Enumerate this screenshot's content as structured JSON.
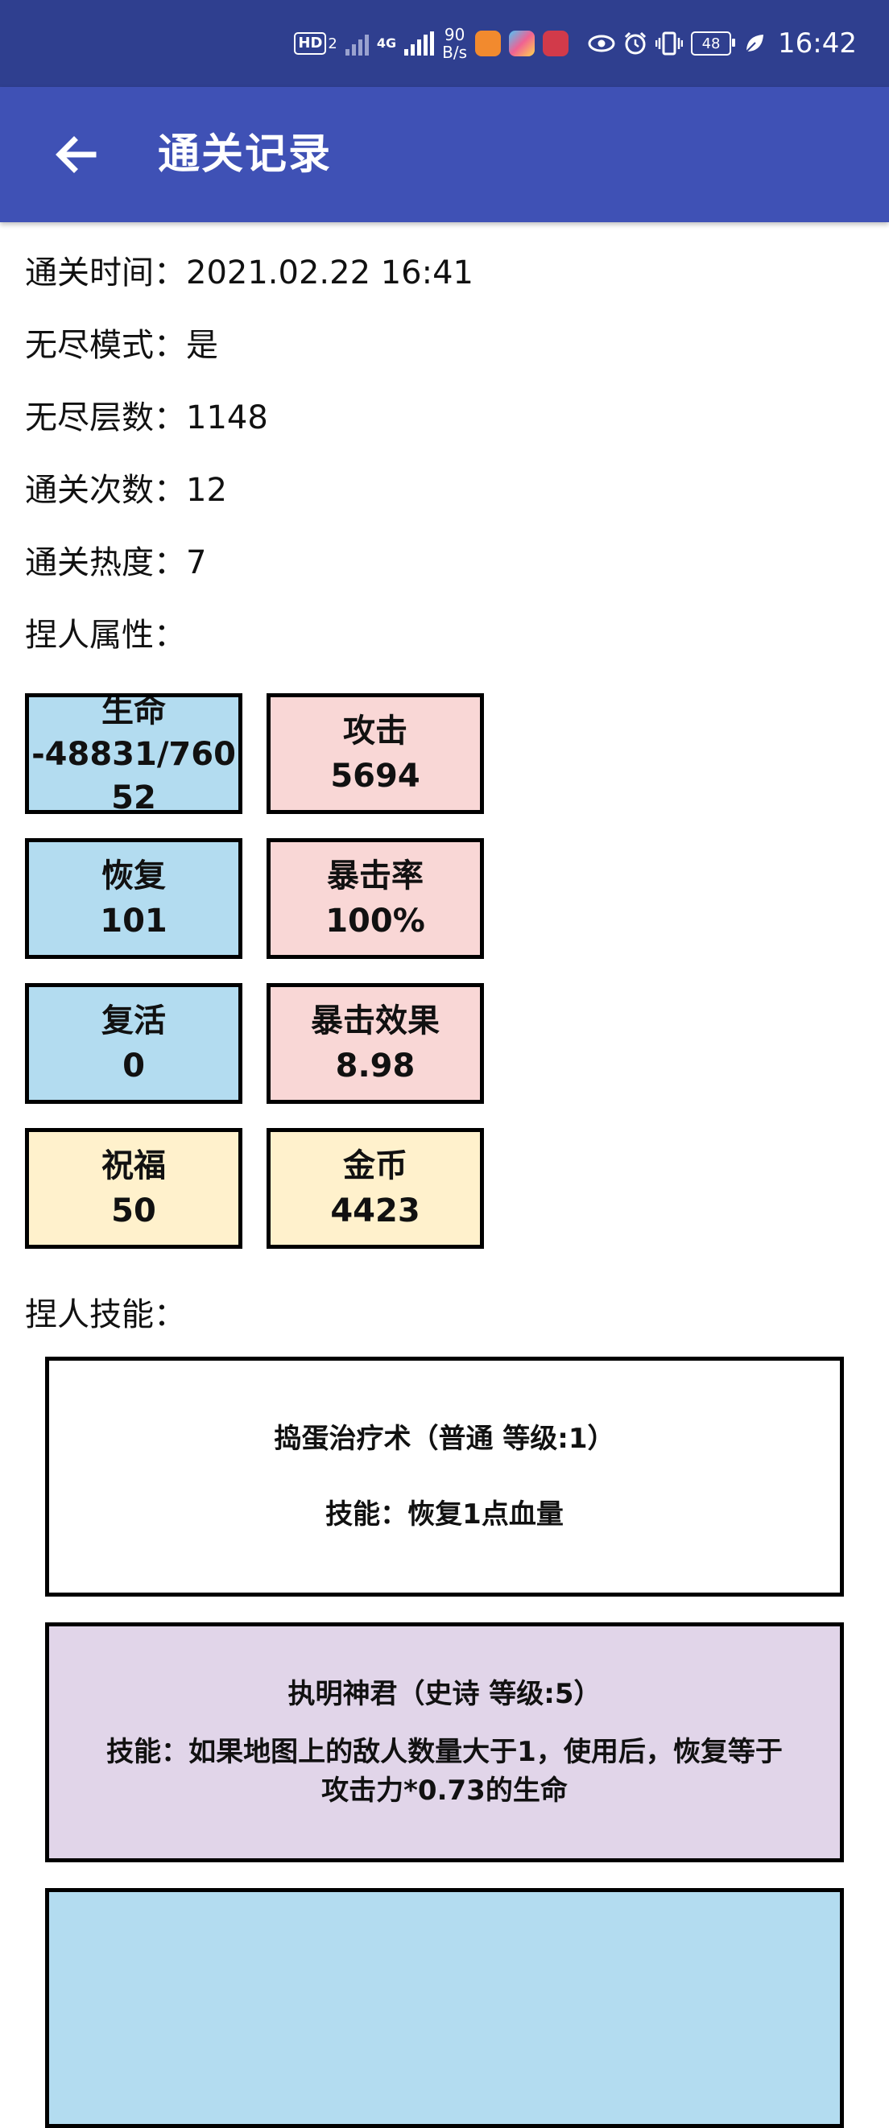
{
  "status_bar": {
    "hd_label": "HD",
    "hd_sub": "2",
    "net_label": "4G",
    "speed_value": "90",
    "speed_unit": "B/s",
    "battery": "48",
    "time": "16:42"
  },
  "app_bar": {
    "title": "通关记录"
  },
  "info": {
    "clear_time": "通关时间：2021.02.22 16:41",
    "endless_mode": "无尽模式：是",
    "endless_floors": "无尽层数：1148",
    "clear_count": "通关次数：12",
    "clear_heat": "通关热度：7",
    "attributes_heading": "捏人属性：",
    "skills_heading": "捏人技能："
  },
  "stats": [
    {
      "label": "生命",
      "value": "-48831/76052",
      "color": "#b3dcf0"
    },
    {
      "label": "攻击",
      "value": "5694",
      "color": "#f9d7d6"
    },
    {
      "label": "恢复",
      "value": "101",
      "color": "#b3dcf0"
    },
    {
      "label": "暴击率",
      "value": "100%",
      "color": "#f9d7d6"
    },
    {
      "label": "复活",
      "value": "0",
      "color": "#b3dcf0"
    },
    {
      "label": "暴击效果",
      "value": "8.98",
      "color": "#f9d7d6"
    },
    {
      "label": "祝福",
      "value": "50",
      "color": "#fff1cc"
    },
    {
      "label": "金币",
      "value": "4423",
      "color": "#fff1cc"
    }
  ],
  "skills": [
    {
      "name": "捣蛋治疗术（普通 等级:1）",
      "desc": "技能：恢复1点血量",
      "color": "#ffffff"
    },
    {
      "name": "执明神君（史诗 等级:5）",
      "desc": "技能：如果地图上的敌人数量大于1，使用后，恢复等于攻击力*0.73的生命",
      "color": "#e1d5e9"
    },
    {
      "color": "#b3dcf0"
    }
  ],
  "colors": {
    "status_bar": "#2f3f8f",
    "app_bar": "#3f51b5",
    "border": "#000000"
  },
  "icons": [
    "arrow-left-icon",
    "eye-icon",
    "alarm-icon",
    "vibrate-icon",
    "battery-icon",
    "leaf-icon",
    "signal-icon"
  ]
}
